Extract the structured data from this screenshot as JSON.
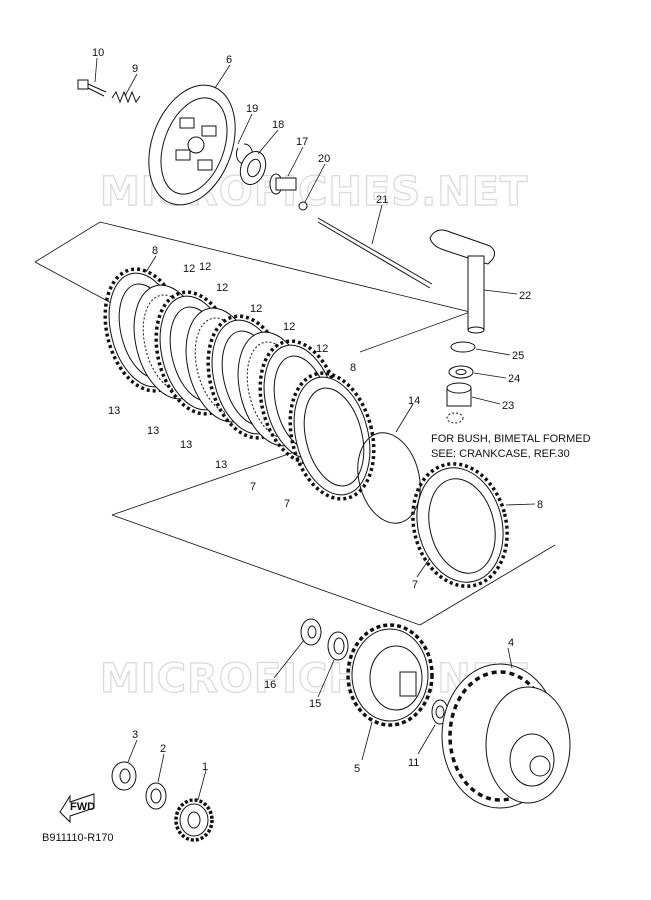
{
  "watermark": "MICROFICHES.NET",
  "note_lines": [
    "FOR BUSH, BIMETAL FORMED",
    "SEE: CRANKCASE, REF.30"
  ],
  "fwd_label": "FWD",
  "ref_code": "B911110-R170",
  "callouts": [
    "10",
    "9",
    "6",
    "19",
    "18",
    "17",
    "20",
    "21",
    "22",
    "8",
    "12",
    "12",
    "12",
    "12",
    "12",
    "12",
    "8",
    "25",
    "24",
    "23",
    "13",
    "13",
    "13",
    "13",
    "7",
    "7",
    "14",
    "8",
    "7",
    "4",
    "16",
    "15",
    "5",
    "11",
    "3",
    "2",
    "1"
  ]
}
